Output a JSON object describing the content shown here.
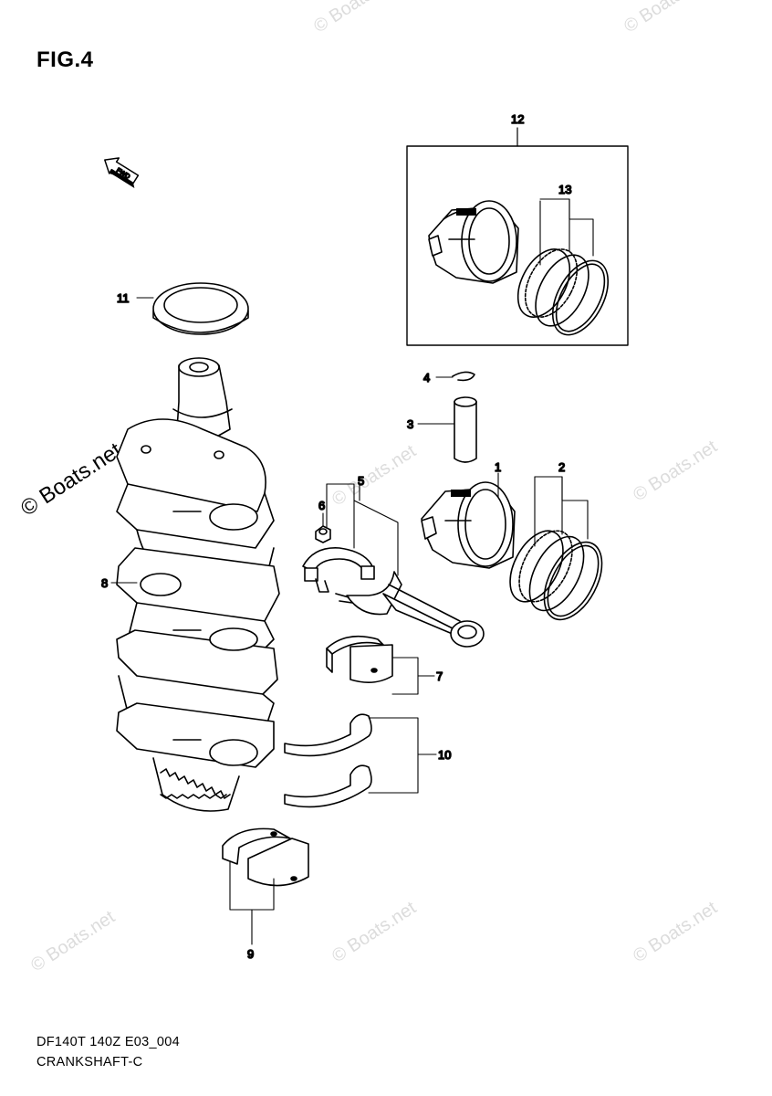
{
  "figure": {
    "title": "FIG.4"
  },
  "footer": {
    "line1": "DF140T 140Z E03_004",
    "line2": "CRANKSHAFT-C"
  },
  "watermark": {
    "text": "© Boats.net"
  },
  "fwd_marker": {
    "text": "FWD"
  },
  "callouts": {
    "c1": "1",
    "c2": "2",
    "c3": "3",
    "c4": "4",
    "c5": "5",
    "c6": "6",
    "c7": "7",
    "c8": "8",
    "c9": "9",
    "c10": "10",
    "c11": "11",
    "c12": "12",
    "c13": "13"
  }
}
